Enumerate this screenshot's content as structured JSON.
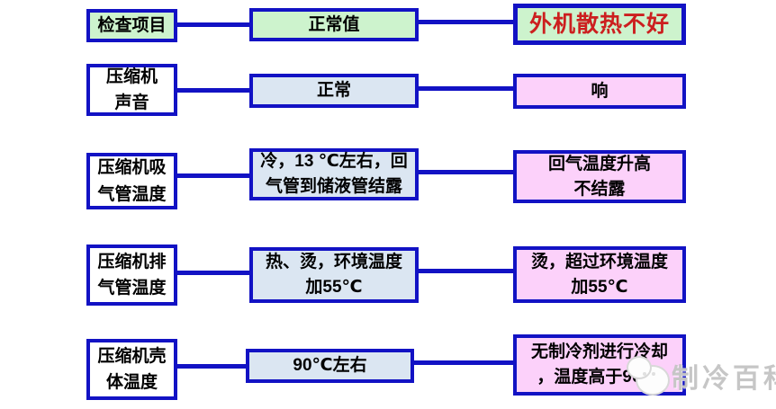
{
  "diagram": {
    "description": "Compressor troubleshooting diagram: check items, normal values, and fault symptoms (poor outdoor-unit heat dissipation)",
    "colors": {
      "line_and_border": "#1212c4",
      "header_green": "#cdf3cd",
      "normal_blue": "#dbe6f2",
      "fault_pink": "#fcd1fa",
      "fault_title_red": "#cc1f1f",
      "watermark_gray": "#c3c3c3"
    },
    "header": {
      "check_item": "检查项目",
      "normal_value": "正常值",
      "fault_title": "外机散热不好"
    },
    "rows": [
      {
        "item": "压缩机\n声音",
        "normal": "正常",
        "fault": "响"
      },
      {
        "item": "压缩机吸\n气管温度",
        "normal": "冷，13 ℃左右，回\n气管到储液管结露",
        "fault": "回气温度升高\n不结露"
      },
      {
        "item": "压缩机排\n气管温度",
        "normal": "热、烫，环境温度\n加55℃",
        "fault": "烫，超过环境温度\n加55℃"
      },
      {
        "item": "压缩机壳\n体温度",
        "normal": "90℃左右",
        "fault": "无制冷剂进行冷却\n，温度高于90℃"
      }
    ],
    "watermark": {
      "icon": "chat-bubbles-icon",
      "text": "制冷百科"
    }
  }
}
